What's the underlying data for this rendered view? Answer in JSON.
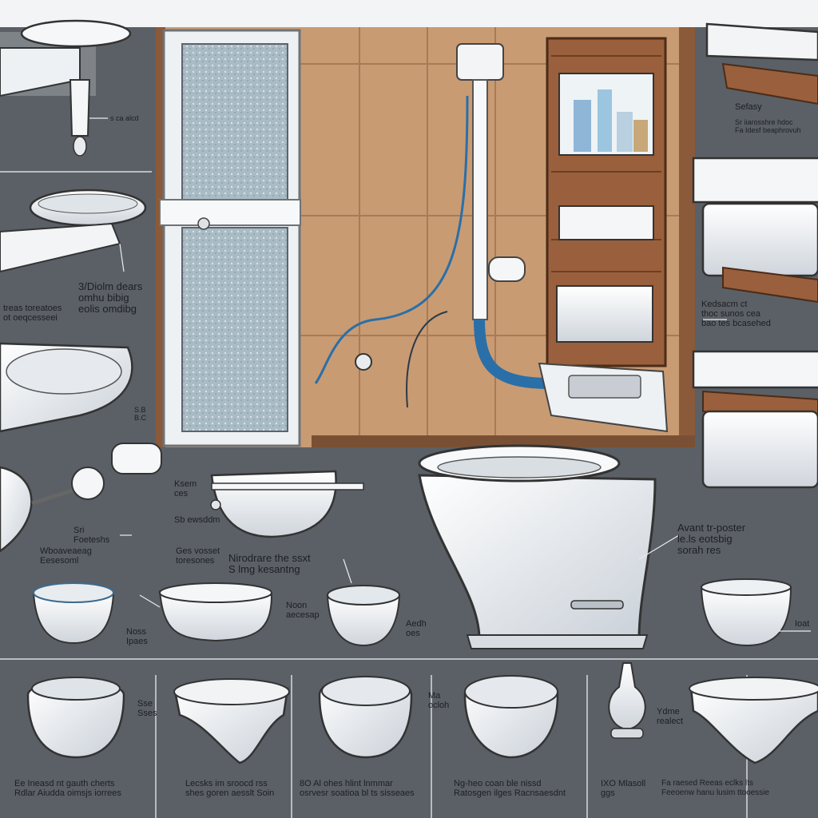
{
  "colors": {
    "background": "#5b6066",
    "wall": "#c99b73",
    "wall_frame": "#8a5a3a",
    "cabinet_wood": "#9a5f3c",
    "porcelain": "#f4f6f8",
    "porcelain_shade": "#cdd3da",
    "glass": "#9fb3bd",
    "pipe_blue": "#2a6fa8",
    "divider": "#d7dbe0"
  },
  "icons": [
    "faucet-icon",
    "sink-basin-icon",
    "toilet-icon",
    "bowl-icon",
    "shower-door-icon",
    "medicine-cabinet-icon",
    "pipe-icon",
    "paper-towel-holder-icon",
    "valve-icon"
  ],
  "labels": {
    "l_faucet": [
      "s ca alcd"
    ],
    "l_tr1": [
      "Sefasy"
    ],
    "l_tr2": [
      "Sr iiarosshre hdoc",
      "Fa Idesf beaphrovuh"
    ],
    "l_left_mid": [
      "3/Diolm dears",
      "omhu bibig",
      "eolis omdibg"
    ],
    "l_left_mid2": [
      "treas toreatoes",
      "ot oeqcesseei"
    ],
    "l_left_tiny": [
      "S.B",
      "B.C"
    ],
    "l_right_mid": [
      "Kedsacm ct",
      "thoc sunos cea",
      "bao tes bcasehed"
    ],
    "l_center1": [
      "Ksem",
      "ces"
    ],
    "l_center2": [
      "Sb ewsddm"
    ],
    "l_center3": [
      "Ges vosset",
      "toresones"
    ],
    "l_center4": [
      "Nirodrare the ssxt",
      "S lmg kesantng"
    ],
    "l_left_low": [
      "Sri",
      "Foeteshs"
    ],
    "l_left_low2": [
      "Wboaveaeag",
      "Eesesoml"
    ],
    "l_right_low": [
      "Avant tr-poster",
      "le.ls eotsbig",
      "sorah res"
    ],
    "l_bowl1": [
      "Noss",
      "Ipaes"
    ],
    "l_bowl2": [
      "Noon",
      "aecesap"
    ],
    "l_bowl3": [
      "Aedh",
      "oes"
    ],
    "l_bowl4": [
      "Ioat"
    ],
    "l_b1": [
      "Sse",
      "Sses"
    ],
    "l_b2": [
      "Ma",
      "ocloh"
    ],
    "l_b3": [
      "Ydme",
      "realect"
    ],
    "f1": [
      "Ee Ineasd nt gauth cherts",
      "Rdlar Aiudda oimsjs iorrees"
    ],
    "f2": [
      "Lecsks im sroocd rss",
      "shes goren aesslt Soin"
    ],
    "f3": [
      "8O Al ohes hlint lnmmar",
      "osrvesr soatioa bl ts sisseaes"
    ],
    "f4": [
      "Ng-heo coan ble nissd",
      "Ratosgen ilges Racnsaesdnt"
    ],
    "f5": [
      "IXO Mlasoll",
      "ggs"
    ],
    "f6": [
      "Fa raesed Reeas eclks lts",
      "Feeoenw hanu lusim ttooessie"
    ]
  }
}
